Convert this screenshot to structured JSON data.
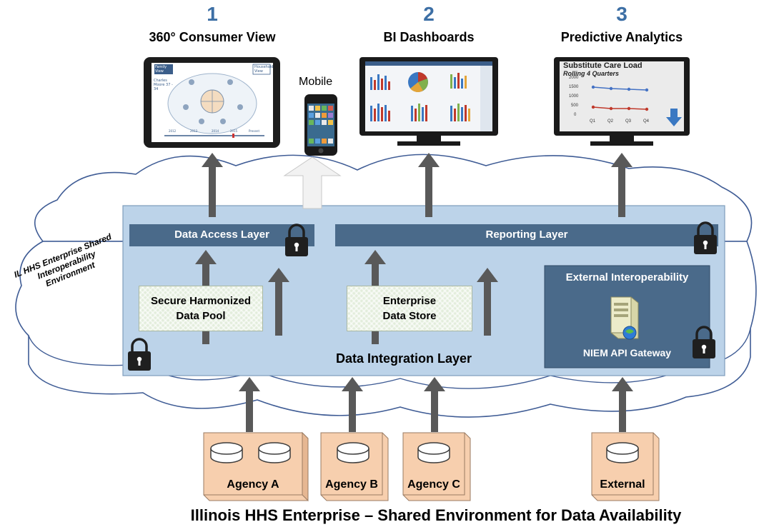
{
  "pillars": [
    {
      "number": "1",
      "title": "360° Consumer View"
    },
    {
      "number": "2",
      "title": "BI Dashboards"
    },
    {
      "number": "3",
      "title": "Predictive Analytics"
    }
  ],
  "mobile": {
    "label": "Mobile"
  },
  "consumer_view_screen": {
    "family_view": "Family View",
    "household_view": "Household View",
    "person_label": "Charles Moore 37 - 34",
    "timeline_years": [
      "2012",
      "2013",
      "2014",
      "2015",
      "Present"
    ]
  },
  "predictive_screen": {
    "title": "Substitute Care Load",
    "subtitle": "Rolling 4 Quarters",
    "y_ticks": [
      "2000",
      "1500",
      "1000",
      "500",
      "0"
    ],
    "x_ticks": [
      "Q1",
      "Q2",
      "Q3",
      "Q4"
    ]
  },
  "cloud": {
    "label": "IL HHS Enterprise Shared Interoperability Environment"
  },
  "layers": {
    "data_access": "Data Access Layer",
    "reporting": "Reporting Layer",
    "integration": "Data Integration Layer"
  },
  "stores": {
    "harmonized": {
      "line1": "Secure Harmonized",
      "line2": "Data Pool"
    },
    "enterprise": {
      "line1": "Enterprise",
      "line2": "Data Store"
    }
  },
  "external_interop": {
    "title": "External Interoperability",
    "gateway": "NIEM API Gateway"
  },
  "sources": {
    "agency_a": "Agency A",
    "agency_b": "Agency B",
    "agency_c": "Agency C",
    "external": "External"
  },
  "footer": {
    "title": "Illinois HHS Enterprise – Shared Environment for Data Availability"
  },
  "colors": {
    "accent_number": "#3d6fa5",
    "layer_bar": "#4a6a8a",
    "platform": "#bcd3e9",
    "agency_box": "#f7cfae",
    "arrow": "#595959"
  }
}
